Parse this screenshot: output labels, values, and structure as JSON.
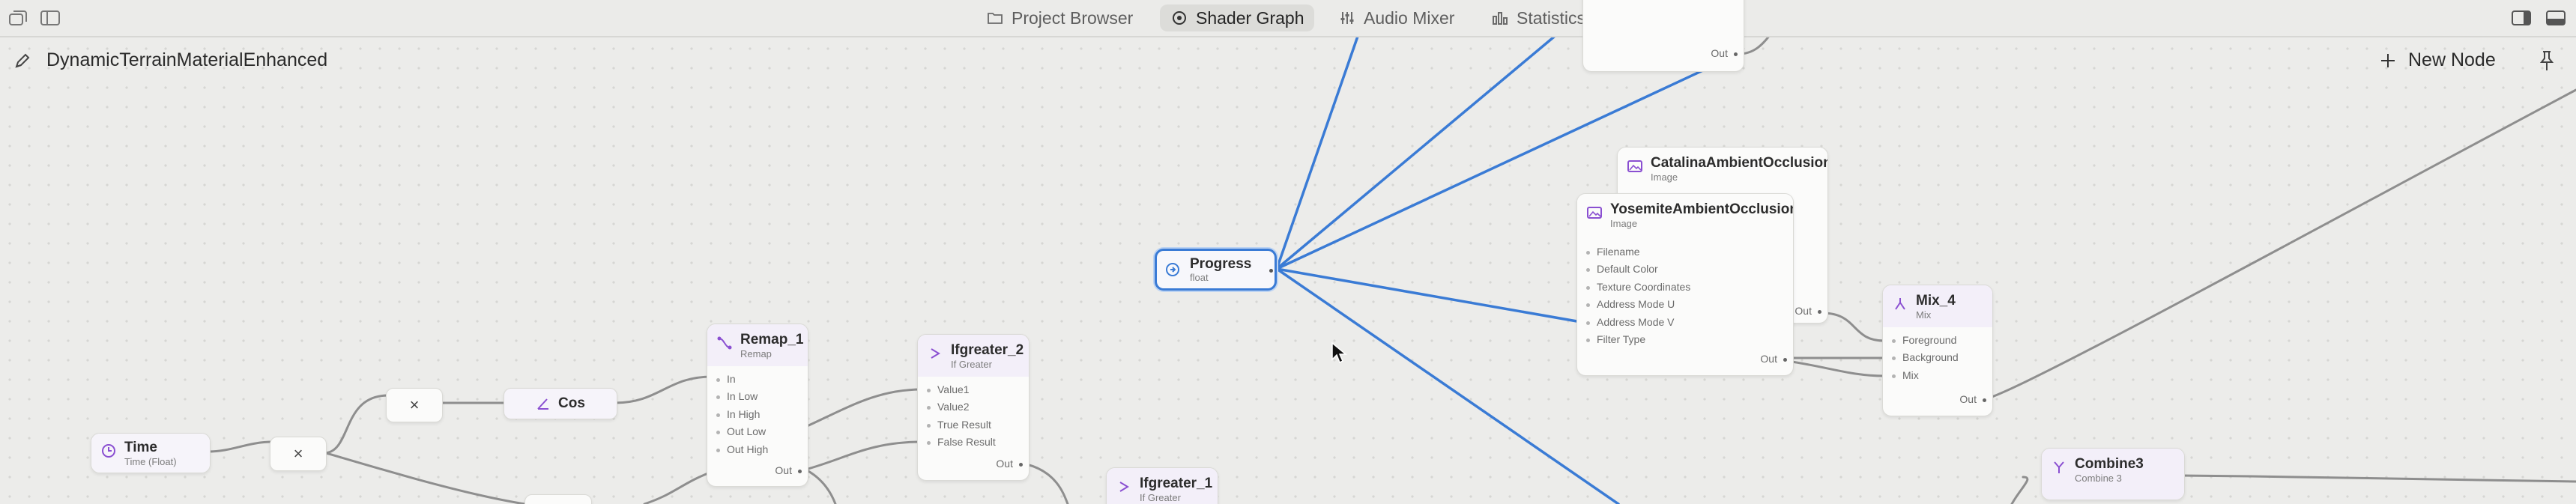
{
  "topbar": {
    "tabs": [
      {
        "label": "Project Browser",
        "icon": "folder-icon"
      },
      {
        "label": "Shader Graph",
        "icon": "shader-graph-icon",
        "active": true
      },
      {
        "label": "Audio Mixer",
        "icon": "audio-mixer-icon"
      },
      {
        "label": "Statistics",
        "icon": "statistics-icon"
      }
    ]
  },
  "header": {
    "material_name": "DynamicTerrainMaterialEnhanced",
    "new_node_label": "New Node"
  },
  "nodes": {
    "time": {
      "title": "Time",
      "subtitle": "Time (Float)"
    },
    "multiply_a": {
      "symbol": "×"
    },
    "multiply_b": {
      "symbol": "×"
    },
    "cos": {
      "title": "Cos"
    },
    "remap_1": {
      "title": "Remap_1",
      "subtitle": "Remap",
      "inputs": [
        "In",
        "In Low",
        "In High",
        "Out Low",
        "Out High"
      ],
      "output": "Out"
    },
    "ifgreater_2": {
      "title": "Ifgreater_2",
      "subtitle": "If Greater",
      "inputs": [
        "Value1",
        "Value2",
        "True Result",
        "False Result"
      ],
      "output": "Out"
    },
    "ifgreater_1": {
      "title": "Ifgreater_1",
      "subtitle": "If Greater"
    },
    "progress": {
      "title": "Progress",
      "subtitle": "float"
    },
    "top_node": {
      "output": "Out"
    },
    "catalina": {
      "title": "CatalinaAmbientOcclusion",
      "subtitle": "Image",
      "output": "Out"
    },
    "yosemite": {
      "title": "YosemiteAmbientOcclusion",
      "subtitle": "Image",
      "inputs": [
        "Filename",
        "Default Color",
        "Texture Coordinates",
        "Address Mode U",
        "Address Mode V",
        "Filter Type"
      ],
      "output": "Out"
    },
    "mix_4": {
      "title": "Mix_4",
      "subtitle": "Mix",
      "inputs": [
        "Foreground",
        "Background",
        "Mix"
      ],
      "output": "Out"
    },
    "combine3": {
      "title": "Combine3",
      "subtitle": "Combine 3"
    }
  },
  "colors": {
    "selected_wire": "#3a7bd5",
    "wire": "#8e8e8e",
    "node_header": "#f3eff9",
    "accent_icon": "#8a4fd1"
  }
}
